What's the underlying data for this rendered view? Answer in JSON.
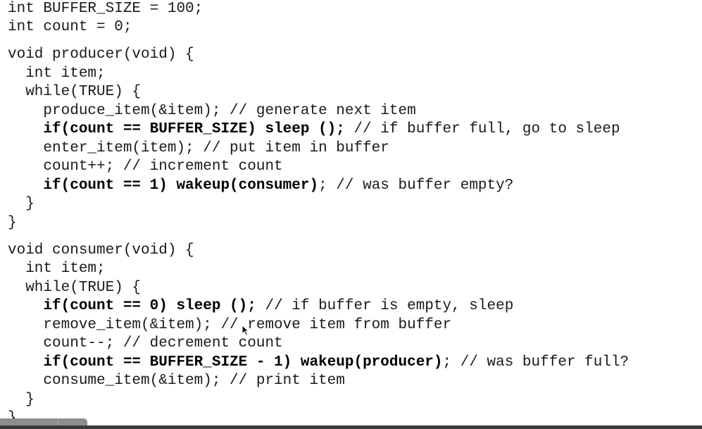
{
  "code": {
    "lines": [
      {
        "segments": [
          {
            "text": "int BUFFER_SIZE = 100;",
            "bold": false
          }
        ]
      },
      {
        "segments": [
          {
            "text": "int count = 0;",
            "bold": false
          }
        ]
      },
      {
        "segments": [
          {
            "text": "void producer(void) {",
            "bold": false
          }
        ]
      },
      {
        "segments": [
          {
            "text": "  int item;",
            "bold": false
          }
        ]
      },
      {
        "segments": [
          {
            "text": "  while(TRUE) {",
            "bold": false
          }
        ]
      },
      {
        "segments": [
          {
            "text": "    produce_item(&item); // generate next item",
            "bold": false
          }
        ]
      },
      {
        "segments": [
          {
            "text": "    if(count == BUFFER_SIZE) sleep ();",
            "bold": true
          },
          {
            "text": " // if buffer full, go to sleep",
            "bold": false
          }
        ]
      },
      {
        "segments": [
          {
            "text": "    enter_item(item); // put item in buffer",
            "bold": false
          }
        ]
      },
      {
        "segments": [
          {
            "text": "    count++; // increment count",
            "bold": false
          }
        ]
      },
      {
        "segments": [
          {
            "text": "    if(count == 1) wakeup(consumer)",
            "bold": true
          },
          {
            "text": "; // was buffer empty?",
            "bold": false
          }
        ]
      },
      {
        "segments": [
          {
            "text": "  }",
            "bold": false
          }
        ]
      },
      {
        "segments": [
          {
            "text": "}",
            "bold": false
          }
        ]
      },
      {
        "segments": [
          {
            "text": "void consumer(void) {",
            "bold": false
          }
        ]
      },
      {
        "segments": [
          {
            "text": "  int item;",
            "bold": false
          }
        ]
      },
      {
        "segments": [
          {
            "text": "  while(TRUE) {",
            "bold": false
          }
        ]
      },
      {
        "segments": [
          {
            "text": "    if(count == 0) sleep ();",
            "bold": true
          },
          {
            "text": " // if buffer is empty, sleep",
            "bold": false
          }
        ]
      },
      {
        "segments": [
          {
            "text": "    remove_item(&item); // remove item from buffer",
            "bold": false
          }
        ]
      },
      {
        "segments": [
          {
            "text": "    count--; // decrement count",
            "bold": false
          }
        ]
      },
      {
        "segments": [
          {
            "text": "    if(count == BUFFER_SIZE - 1) wakeup(producer)",
            "bold": true
          },
          {
            "text": "; // was buffer full?",
            "bold": false
          }
        ]
      },
      {
        "segments": [
          {
            "text": "    consume_item(&item); // print item",
            "bold": false
          }
        ]
      },
      {
        "segments": [
          {
            "text": "  }",
            "bold": false
          }
        ]
      },
      {
        "segments": [
          {
            "text": "}",
            "bold": false
          }
        ]
      }
    ]
  },
  "cursor": {
    "icon": "arrow-cursor-icon"
  },
  "colors": {
    "text": "#1a1a1a",
    "bold_text": "#000000",
    "background": "#ffffff",
    "bottom_bar": "#3a3a3a"
  }
}
